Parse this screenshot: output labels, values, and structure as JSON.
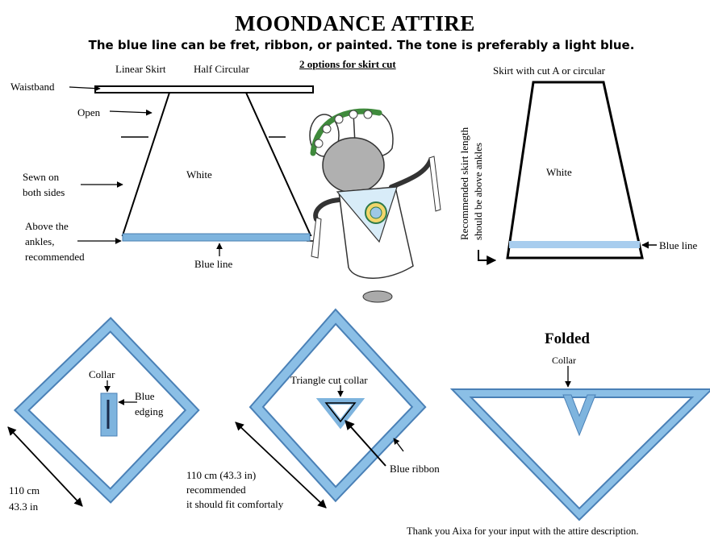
{
  "header": {
    "title": "MOONDANCE ATTIRE",
    "subtitle": "The blue line can be fret, ribbon, or painted.  The tone is preferably a light blue."
  },
  "skirt_left": {
    "linear_label": "Linear Skirt",
    "half_circular_label": "Half Circular",
    "options_label": "2 options for skirt cut",
    "waistband": "Waistband",
    "open": "Open",
    "sewn_line1": "Sewn on",
    "sewn_line2": "both sides",
    "white": "White",
    "ankles_line1": "Above the",
    "ankles_line2": "ankles,",
    "ankles_line3": "recommended",
    "blue_line": "Blue line"
  },
  "skirt_right": {
    "heading": "Skirt with cut A or circular",
    "vertical_line1": "Recommended skirt length",
    "vertical_line2": "should be above ankles",
    "white": "White",
    "blue_line": "Blue line"
  },
  "collar1": {
    "collar": "Collar",
    "edging_line1": "Blue",
    "edging_line2": "edging",
    "size_line1": "110 cm",
    "size_line2": "43.3 in"
  },
  "collar2": {
    "triangle": "Triangle cut collar",
    "ribbon": "Blue ribbon",
    "size_line1": "110 cm (43.3 in)",
    "size_line2": "recommended",
    "size_line3": "it should fit comfortaly"
  },
  "collar3": {
    "folded": "Folded",
    "collar": "Collar"
  },
  "footer": {
    "thanks": "Thank you Aixa for your input with the attire description."
  },
  "colors": {
    "blue": "#7eb4de",
    "blue_edge": "#5a90c0",
    "black": "#000000"
  }
}
